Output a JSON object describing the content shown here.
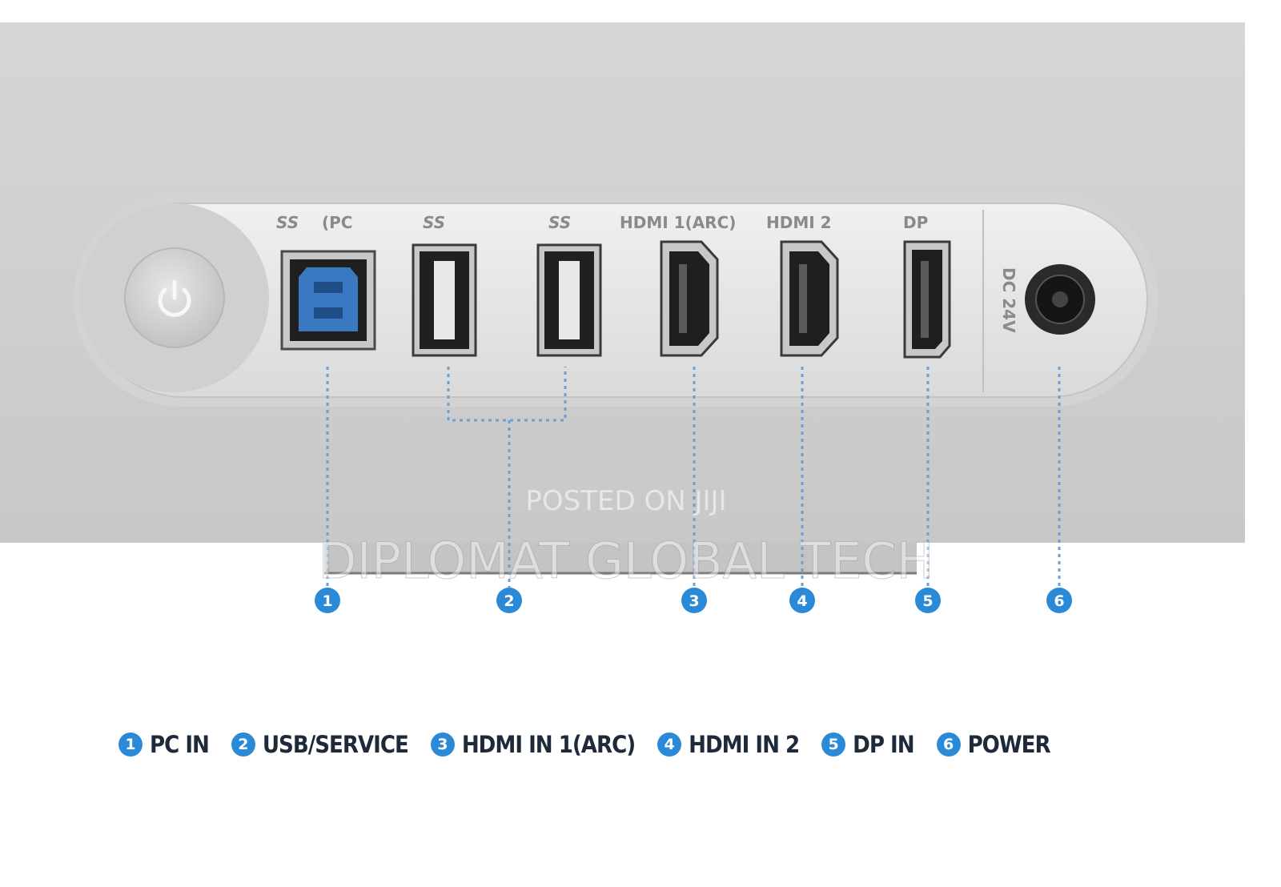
{
  "port_labels": {
    "usb_b": "(PC",
    "usb_a1": "",
    "usb_a2": "",
    "hdmi1": "HDMI 1(ARC)",
    "hdmi2": "HDMI 2",
    "dp": "DP",
    "dc": "DC 24V"
  },
  "usb_logo_text": "SS",
  "callouts": [
    "1",
    "2",
    "3",
    "4",
    "5",
    "6"
  ],
  "legend": [
    {
      "num": "1",
      "label": "PC IN"
    },
    {
      "num": "2",
      "label": "USB/SERVICE"
    },
    {
      "num": "3",
      "label": "HDMI IN 1(ARC)"
    },
    {
      "num": "4",
      "label": "HDMI IN 2"
    },
    {
      "num": "5",
      "label": "DP IN"
    },
    {
      "num": "6",
      "label": "POWER"
    }
  ],
  "watermarks": [
    "POSTED ON JIJI",
    "DIPLOMAT GLOBAL TECH"
  ],
  "colors": {
    "accent": "#2a8ad8",
    "panel": "#e6e6e6",
    "port": "#1f1f1f",
    "usb3_blue": "#3a78c2"
  }
}
